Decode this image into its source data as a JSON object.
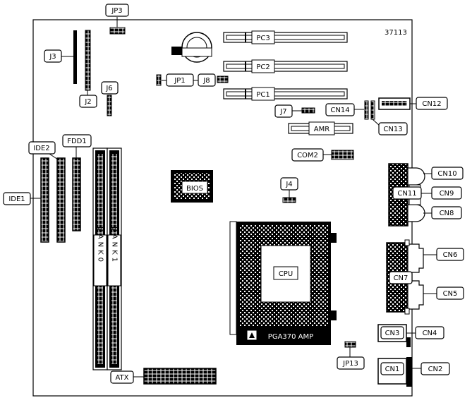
{
  "board": {
    "model": "37113",
    "labels": {
      "jp3": "JP3",
      "j3": "J3",
      "j2": "J2",
      "j6": "J6",
      "jp1": "JP1",
      "j8": "J8",
      "pc3": "PC3",
      "pc2": "PC2",
      "pc1": "PC1",
      "j7": "J7",
      "cn14": "CN14",
      "cn13": "CN13",
      "cn12": "CN12",
      "amr": "AMR",
      "com2": "COM2",
      "ide2": "IDE2",
      "fdd1": "FDD1",
      "ide1": "IDE1",
      "bank0": "BANK0",
      "bank1": "BANK1",
      "bios": "BIOS",
      "j4": "J4",
      "cn10": "CN10",
      "cn11": "CN11",
      "cn9": "CN9",
      "cn8": "CN8",
      "cn6": "CN6",
      "cn7": "CN7",
      "cn5": "CN5",
      "cn3": "CN3",
      "cn4": "CN4",
      "cn1": "CN1",
      "cn2": "CN2",
      "cpu": "CPU",
      "pga": "PGA370 AMP",
      "atx": "ATX",
      "jp13": "JP13"
    }
  }
}
